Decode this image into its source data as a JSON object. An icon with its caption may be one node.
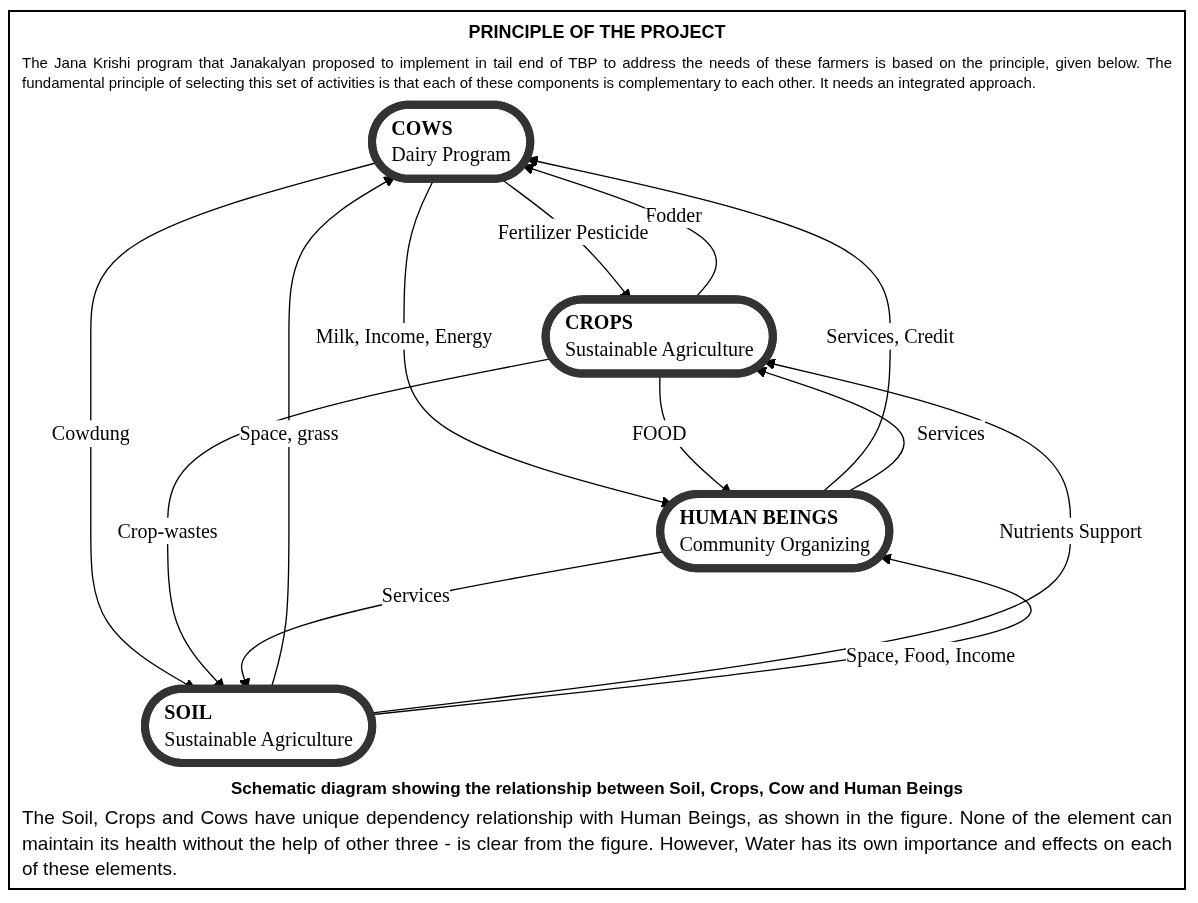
{
  "diagram": {
    "title": "PRINCIPLE OF THE PROJECT",
    "nodes": [
      {
        "text": [
          "COWS",
          "Dairy Program"
        ]
      },
      {
        "text": [
          "CROPS",
          "Sustainable Agriculture"
        ]
      },
      {
        "text": [
          "HUMAN BEINGS",
          "Community Organizing"
        ]
      },
      {
        "text": [
          "SOIL",
          "Sustainable Agriculture"
        ]
      }
    ],
    "edges": [
      {
        "from": 1,
        "to": 0,
        "arrow": "to",
        "label": "Fodder"
      },
      {
        "from": 0,
        "to": 1,
        "arrow": "to",
        "label": "Fertilizer Pesticide"
      },
      {
        "from": 0,
        "to": 2,
        "arrow": "to",
        "label": "Milk, Income, Energy"
      },
      {
        "from": 2,
        "to": 0,
        "arrow": "to",
        "label": "Services, Credit"
      },
      {
        "from": 1,
        "to": 2,
        "arrow": "to",
        "label": "FOOD"
      },
      {
        "from": 2,
        "to": 1,
        "arrow": "to",
        "label": "Services"
      },
      {
        "from": 3,
        "to": 0,
        "arrow": "to",
        "label": "Space, grass"
      },
      {
        "from": 0,
        "to": 3,
        "arrow": "to",
        "label": "Cowdung"
      },
      {
        "from": 1,
        "to": 3,
        "arrow": "to",
        "label": "Crop-wastes"
      },
      {
        "from": 3,
        "to": 1,
        "arrow": "to",
        "label": "Nutrients Support"
      },
      {
        "from": 2,
        "to": 3,
        "arrow": "to",
        "label": "Services"
      },
      {
        "from": 3,
        "to": 2,
        "arrow": "to",
        "label": "Space, Food, Income"
      }
    ],
    "caption": "Schematic diagram showing the relationship between Soil, Crops, Cow and Human Beings",
    "labels": [
      "The Jana Krishi program that Janakalyan proposed to implement in tail end of TBP to address the needs of these farmers is based on the principle, given below. The fundamental principle of selecting this set of activities is that each of these components is complementary to each other. It needs an integrated approach.",
      "The Soil, Crops and Cows have unique dependency relationship with Human Beings, as shown in the figure. None of the element can maintain its health without the help of other three - is clear from the figure. However, Water has its own importance and effects on each of these elements."
    ]
  }
}
